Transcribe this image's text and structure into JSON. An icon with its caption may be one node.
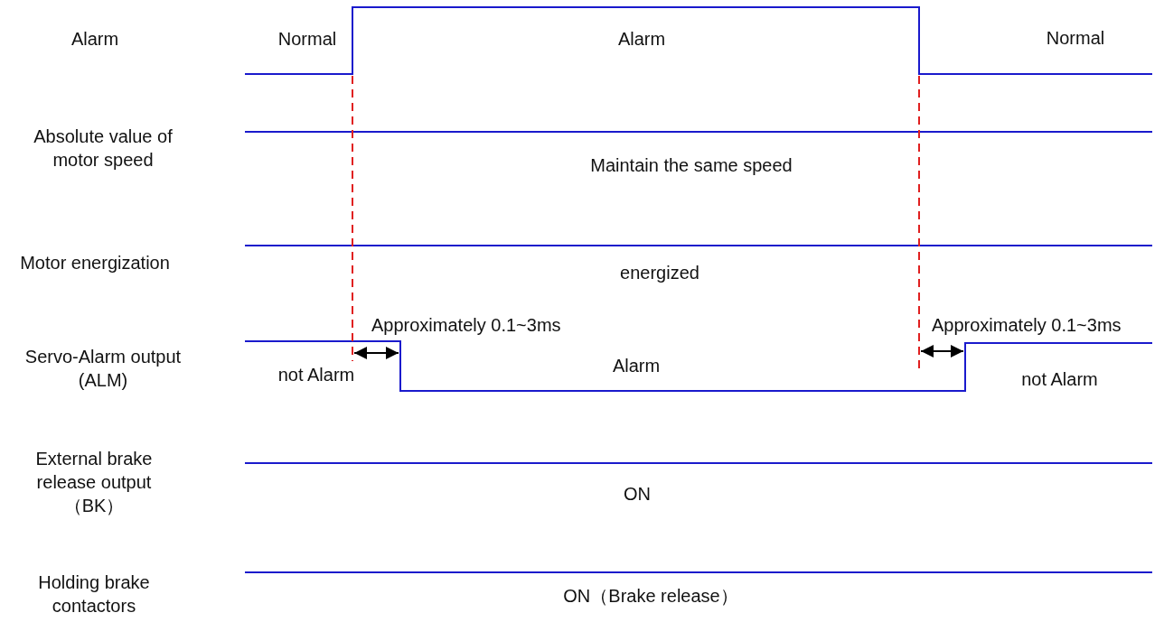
{
  "diagram": {
    "labels": [
      "Alarm",
      "Normal",
      "Alarm",
      "Normal",
      "Absolute value of motor speed",
      "Maintain the same speed",
      "Motor energization",
      "energized",
      "Approximately 0.1~3ms",
      "Approximately 0.1~3ms",
      "Servo-Alarm output (ALM)",
      "Alarm",
      "not Alarm",
      "not Alarm",
      "External brake release output （BK）",
      "ON",
      "Holding brake contactors",
      "ON（Brake release）"
    ]
  }
}
